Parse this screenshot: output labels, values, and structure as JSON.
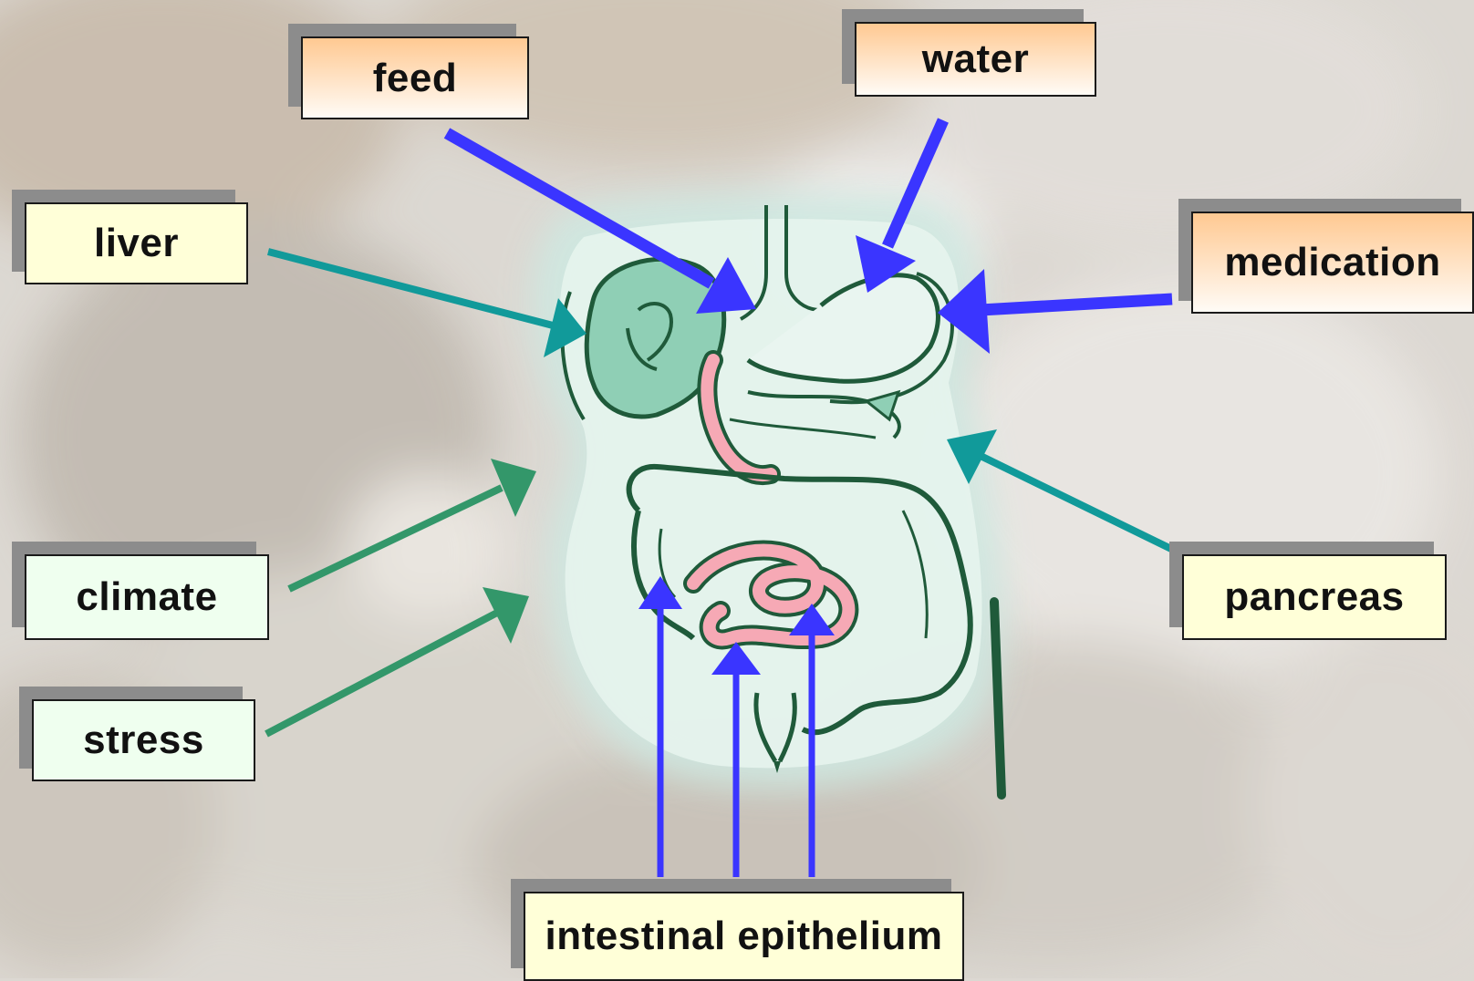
{
  "labels": {
    "feed": "feed",
    "water": "water",
    "liver": "liver",
    "medication": "medication",
    "climate": "climate",
    "pancreas": "pancreas",
    "stress": "stress",
    "intestinal_epithelium": "intestinal epithelium"
  },
  "colors": {
    "box_orange_top": "#ffc992",
    "box_orange_bottom": "#fffbf6",
    "box_yellow": "#ffffd8",
    "box_mint": "#efffef",
    "arrow_blue": "#3a35ff",
    "arrow_teal": "#119a9a",
    "arrow_green": "#33976a",
    "organ_line": "#1f5a3a",
    "organ_fill": "#cfe8dc",
    "small_intestine": "#f6a9b5"
  }
}
